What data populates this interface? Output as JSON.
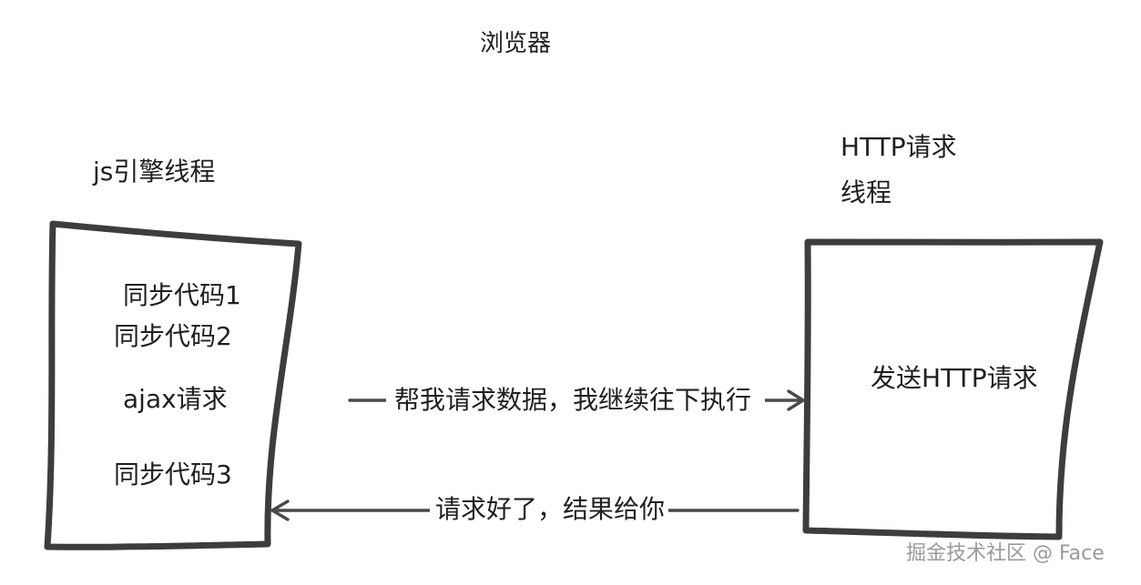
{
  "title": "浏览器",
  "js_thread": {
    "title": "js引擎线程",
    "lines": [
      "同步代码1",
      "同步代码2",
      "ajax请求",
      "同步代码3"
    ]
  },
  "http_thread": {
    "title_line1": "HTTP请求",
    "title_line2": "线程",
    "content": "发送HTTP请求"
  },
  "arrows": {
    "request": "帮我请求数据，我继续往下执行",
    "response": "请求好了，结果给你"
  },
  "watermark": "掘金技术社区 @ Face"
}
